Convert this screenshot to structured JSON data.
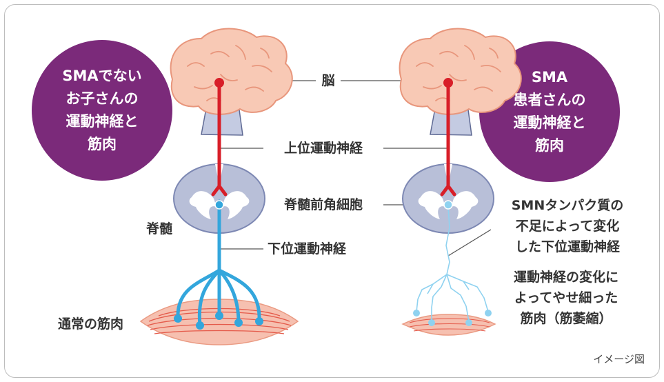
{
  "left_circle": {
    "lines": [
      "SMAでない",
      "お子さんの",
      "運動神経と",
      "筋肉"
    ]
  },
  "right_circle": {
    "lines": [
      "SMA",
      "患者さんの",
      "運動神経と",
      "筋肉"
    ]
  },
  "labels": {
    "brain": "脳",
    "upper_motor_neuron": "上位運動神経",
    "anterior_horn_cell": "脊髄前角細胞",
    "spinal_cord": "脊髄",
    "lower_motor_neuron": "下位運動神経",
    "normal_muscle": "通常の筋肉"
  },
  "right_descriptions": {
    "smn_lines": [
      "SMNタンパク質の",
      "不足によって変化",
      "した下位運動神経"
    ],
    "atrophy_lines": [
      "運動神経の変化に",
      "よってやせ細った",
      "筋肉（筋萎縮）"
    ]
  },
  "caption": "イメージ図",
  "colors": {
    "circle_purple": "#7b2a7a",
    "upper_neuron_red": "#d81e28",
    "lower_neuron_blue": "#33a6dc",
    "lower_neuron_light_blue": "#8fd2f0",
    "brain_pink": "#f8c9b5",
    "brain_outline": "#e8967c",
    "spinal_grey": "#b8bfd8",
    "muscle_pink": "#f6c0b0"
  }
}
